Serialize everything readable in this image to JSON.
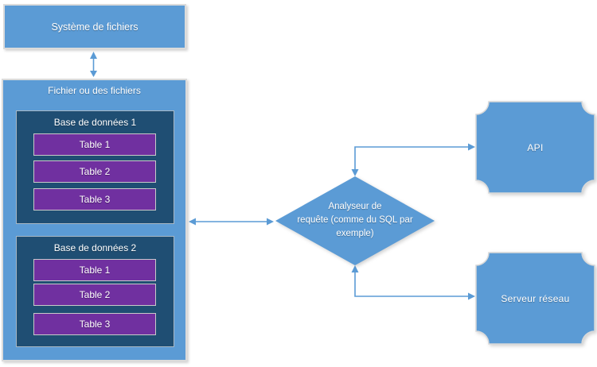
{
  "colors": {
    "node_fill_blue": "#5B9BD5",
    "database_fill_navy": "#1F4E73",
    "table_fill_purple": "#7030A0",
    "box_border_light": "#DBDBDB",
    "connector_blue": "#5B9BD5",
    "text_white": "#FFFFFF"
  },
  "nodes": {
    "file_system": {
      "label": "Système de fichiers"
    },
    "files": {
      "label": "Fichier ou des fichiers"
    },
    "database1": {
      "label": "Base de données 1",
      "tables": [
        "Table 1",
        "Table 2",
        "Table 3"
      ]
    },
    "database2": {
      "label": "Base de données 2",
      "tables": [
        "Table 1",
        "Table 2",
        "Table 3"
      ]
    },
    "analyzer": {
      "label": "Analyseur de requête (comme du SQL par exemple)",
      "lines": [
        "Analyseur de",
        "requête (comme du SQL par",
        "exemple)"
      ]
    },
    "api": {
      "label": "API"
    },
    "network_server": {
      "label": "Serveur réseau"
    }
  },
  "connectors": [
    {
      "from": "file_system",
      "to": "files",
      "style": "double-headed-vertical"
    },
    {
      "from": "files",
      "to": "analyzer",
      "style": "double-headed-horizontal"
    },
    {
      "from": "analyzer",
      "to": "api",
      "style": "double-headed-elbow"
    },
    {
      "from": "analyzer",
      "to": "network_server",
      "style": "double-headed-elbow"
    }
  ]
}
